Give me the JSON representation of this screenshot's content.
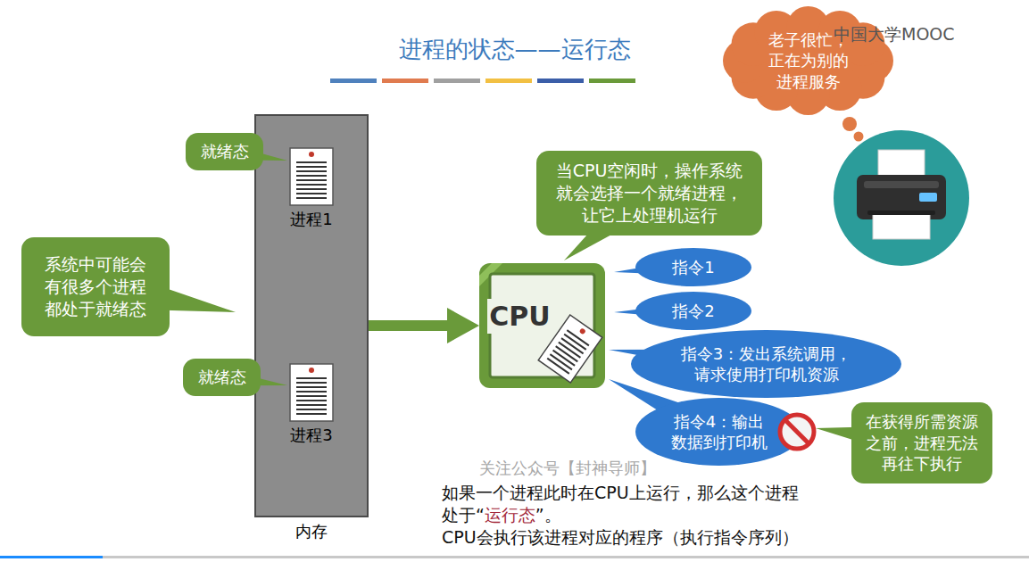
{
  "diagram": {
    "title": "进程的状态——运行态",
    "nodes": [
      {
        "text": [
          "老子很忙， 正在为别的 进程服务"
        ]
      },
      {
        "text": [
          "内存"
        ]
      },
      {
        "text": [
          "进程1"
        ],
        "in": 1
      },
      {
        "text": [
          "进程3"
        ],
        "in": 1
      },
      {
        "text": [
          "就绪态"
        ]
      },
      {
        "text": [
          "系统中可能会 有很多个进程 都处于就绪态"
        ]
      },
      {
        "text": [
          "就绪态"
        ]
      },
      {
        "text": [
          "当CPU空闲时，操作系统 就会选择一个就绪进程， 让它上处理机运行"
        ]
      },
      {
        "text": [
          "CPU"
        ]
      },
      {
        "text": [
          "指令1"
        ]
      },
      {
        "text": [
          "指令2"
        ]
      },
      {
        "text": [
          "指令3：发出系统调用， 请求使用打印机资源"
        ]
      },
      {
        "text": [
          "指令4：输出 数据到打印机"
        ]
      },
      {
        "text": [
          "在获得所需资源 之前，进程无法 再往下执行"
        ]
      }
    ],
    "edges": [
      {
        "from": 1,
        "to": 8,
        "arrow": "to"
      }
    ],
    "labels": [
      "中国大学MOOC",
      "关注公众号【封神导师】",
      "如果一个进程此时在CPU上运行，那么这个进程",
      "处于“",
      "运行态",
      "”。",
      "CPU会执行该进程对应的程序（执行指令序列）"
    ]
  }
}
